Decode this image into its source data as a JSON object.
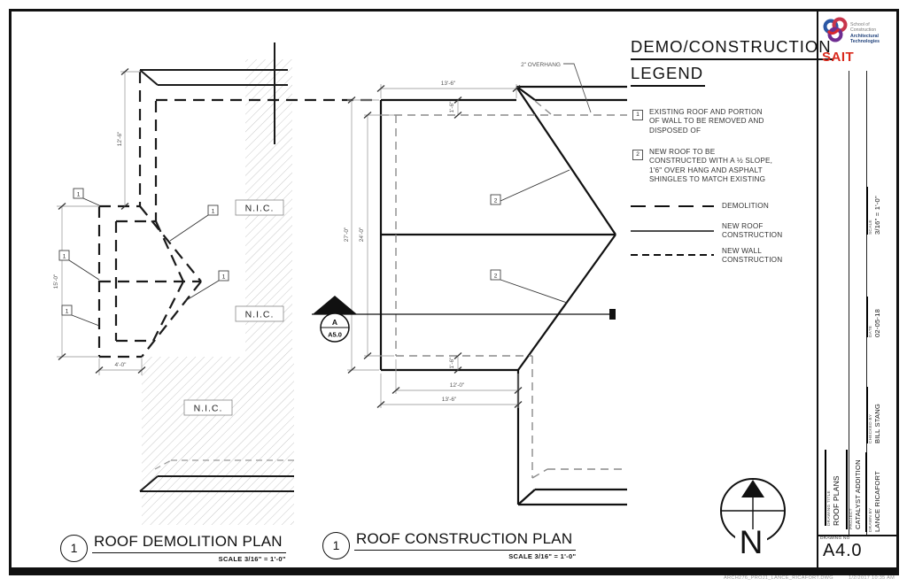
{
  "legend": {
    "title_line1": "DEMO/CONSTRUCTION",
    "title_line2": "LEGEND",
    "notes": [
      {
        "tag": "1",
        "text": "EXISTING ROOF AND PORTION OF WALL TO BE REMOVED AND DISPOSED OF"
      },
      {
        "tag": "2",
        "text": "NEW ROOF TO BE CONSTRUCTED WITH A ½ SLOPE, 1'6\" OVER HANG AND ASPHALT SHINGLES TO MATCH EXISTING"
      }
    ],
    "line_types": [
      {
        "label": "DEMOLITION"
      },
      {
        "label": "NEW ROOF CONSTRUCTION"
      },
      {
        "label": "NEW WALL CONSTRUCTION"
      }
    ]
  },
  "demolition_plan": {
    "number": "1",
    "title": "ROOF DEMOLITION PLAN",
    "scale": "SCALE 3/16\" = 1'-0\"",
    "nic_labels": [
      "N.I.C.",
      "N.I.C.",
      "N.I.C."
    ],
    "tags": [
      "1",
      "1",
      "1",
      "1",
      "1"
    ],
    "dimensions": {
      "vertical_upper": "12'-6\"",
      "vertical_lower": "15'-0\"",
      "bottom": "4'-0\""
    }
  },
  "construction_plan": {
    "number": "1",
    "title": "ROOF CONSTRUCTION PLAN",
    "scale": "SCALE 3/16\" = 1'-0\"",
    "tags": [
      "2",
      "2"
    ],
    "overhang_note": "2\" OVERHANG",
    "dimensions": {
      "top": "13'-6\"",
      "top_offset": "1'-6\"",
      "left_outer": "27'-0\"",
      "left_inner": "24'-0\"",
      "bottom_offset": "1'-6\"",
      "bottom_inner": "12'-0\"",
      "bottom_outer": "13'-6\""
    },
    "section_marker": {
      "letter": "A",
      "sheet": "A5.0"
    }
  },
  "north_arrow": {
    "label": "N"
  },
  "title_block": {
    "logo": {
      "brand": "SAIT",
      "org_line1": "School of Construction",
      "org_line2": "Architectural Technologies"
    },
    "scale": {
      "label": "SCALE",
      "value": "3/16\" = 1'-0\""
    },
    "date": {
      "label": "DATE",
      "value": "02-05-18"
    },
    "checked_by": {
      "label": "CHECKED BY",
      "value": "BILL STANG"
    },
    "drawing_title": {
      "label": "DRAWING TITLE",
      "value": "ROOF PLANS"
    },
    "project": {
      "label": "PROJECT",
      "value": "CATALYST ADDITION"
    },
    "drawn_by": {
      "label": "DRAWN BY",
      "value": "LANCE RICAFORT"
    },
    "drawing_no": {
      "label": "DRAWING NO",
      "value": "A4.0"
    }
  },
  "footer": {
    "file_label": "ARCH276_PROJ1_LANCE_RICAFORT.DWG",
    "timestamp": "1/2/2017 10:35 AM"
  },
  "colors": {
    "sait_red": "#DA291C",
    "sait_blue": "#2B57A5",
    "sait_purple": "#6E2D91",
    "dim_line": "#9a9a9a",
    "hatch_line": "#c9c9c9"
  }
}
